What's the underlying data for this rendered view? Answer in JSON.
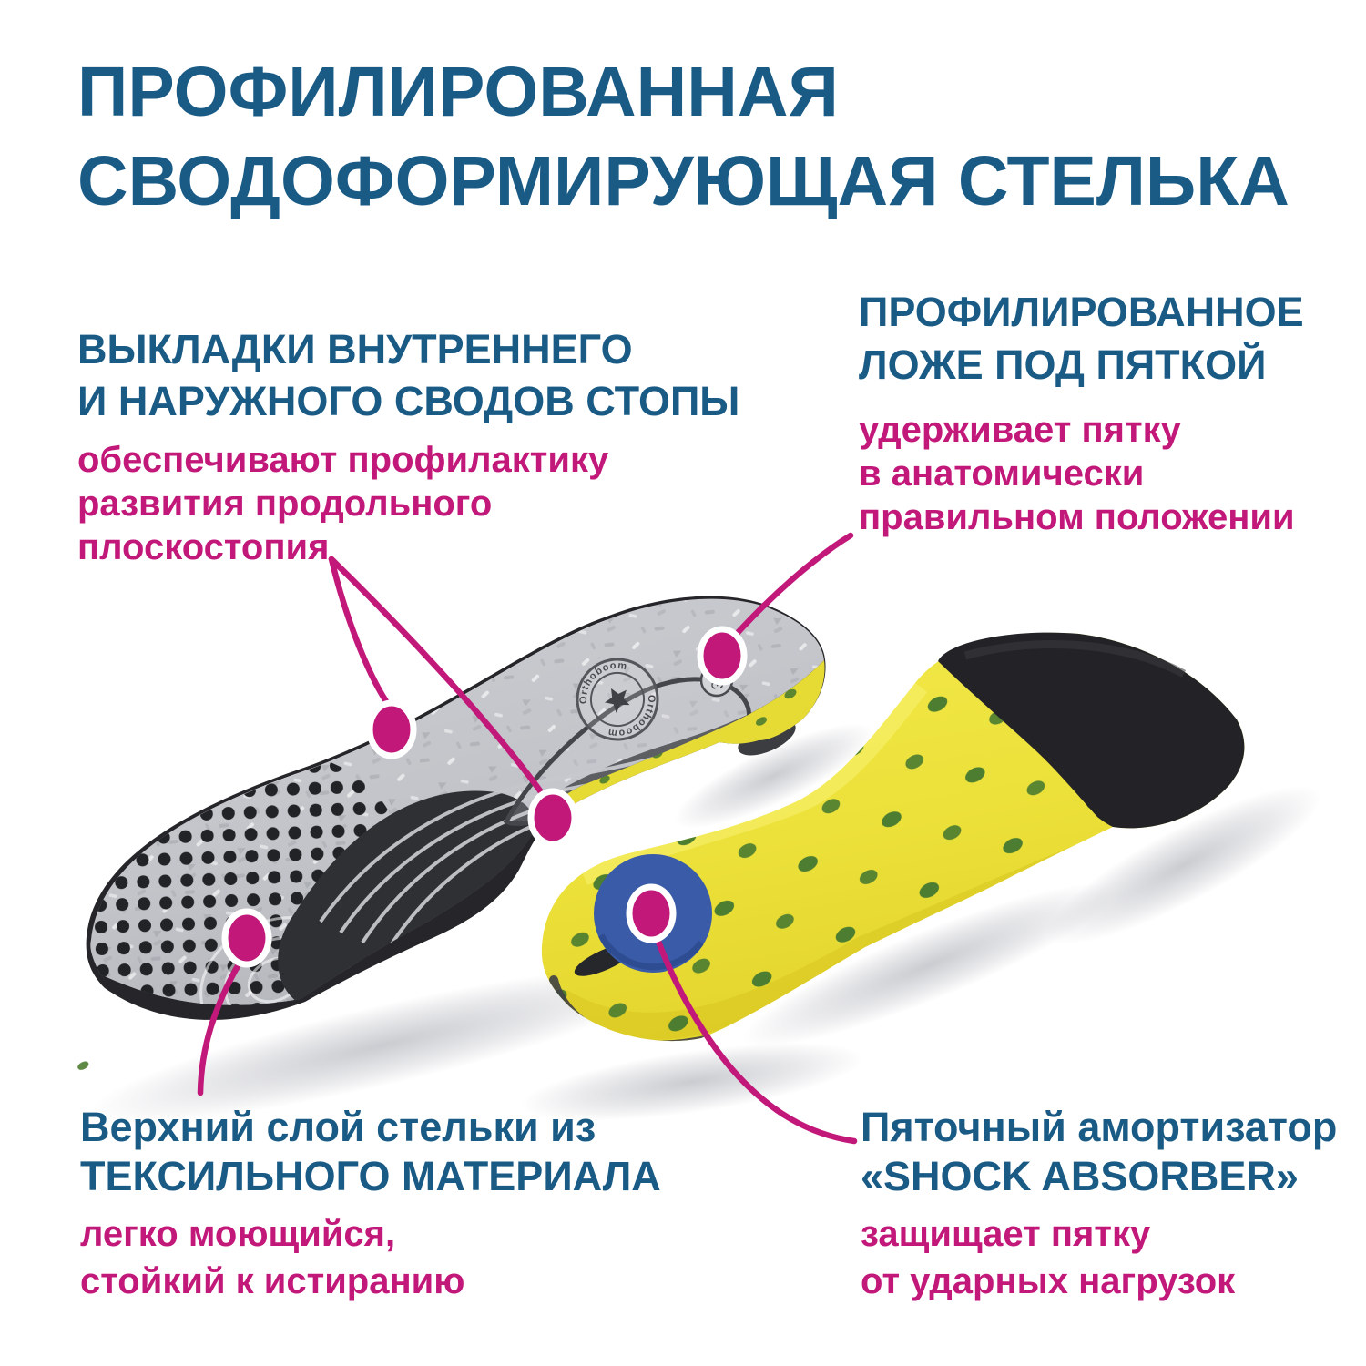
{
  "title": {
    "lines": [
      "ПРОФИЛИРОВАННАЯ",
      "СВОДОФОРМИРУЮЩАЯ СТЕЛЬКА"
    ]
  },
  "callouts": {
    "arches": {
      "heading": [
        "ВЫКЛАДКИ ВНУТРЕННЕГО",
        "И НАРУЖНОГО СВОДОВ СТОПЫ"
      ],
      "body": [
        "обеспечивают профилактику",
        "развития продольного",
        "плоскостопия"
      ]
    },
    "heel_bed": {
      "heading": [
        "ПРОФИЛИРОВАННОЕ",
        "ЛОЖЕ ПОД ПЯТКОЙ"
      ],
      "body": [
        "удерживает пятку",
        "в анатомически",
        "правильном положении"
      ]
    },
    "top_layer": {
      "heading": [
        "Верхний слой стельки из",
        "ТЕКСИЛЬНОГО МАТЕРИАЛА"
      ],
      "body": [
        "легко моющийся,",
        "стойкий к истиранию"
      ]
    },
    "shock_absorber": {
      "heading": [
        "Пяточный амортизатор",
        "«SHOCK ABSORBER»"
      ],
      "body": [
        "защищает пятку",
        "от ударных нагрузок"
      ]
    }
  },
  "insole_markings": {
    "size_label": "31",
    "logo_text": "Orthoboom"
  },
  "colors": {
    "heading_blue": "#1a5b86",
    "accent_magenta": "#c2187a",
    "insole_yellow": "#ede23c",
    "dot_green": "#4d7d30",
    "shock_blue": "#3a5ca9",
    "fabric_gray": "#c3c5ca",
    "sole_black": "#232327"
  }
}
